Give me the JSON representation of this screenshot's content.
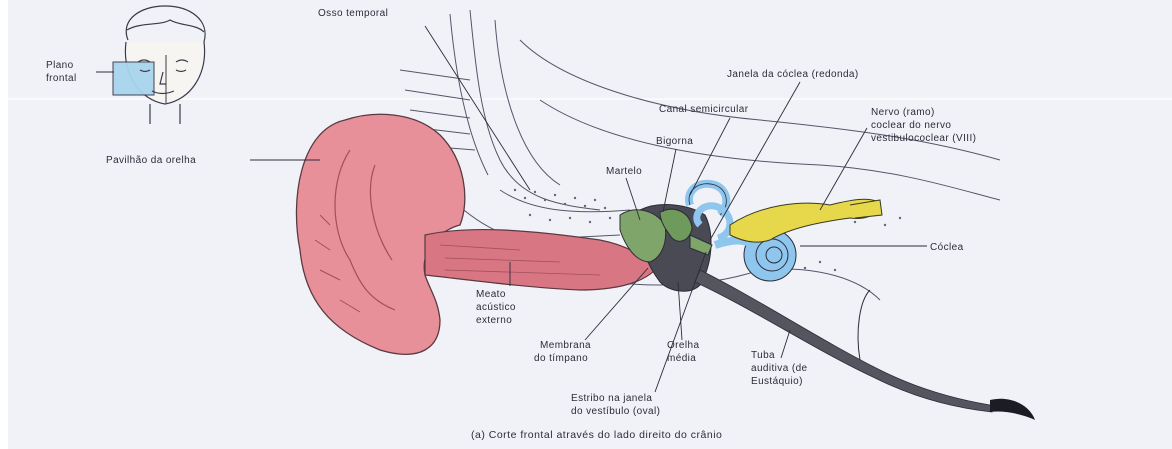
{
  "figure": {
    "caption": "(a) Corte frontal através do lado direito do crânio",
    "labels": {
      "osso_temporal": "Osso temporal",
      "plano_frontal_1": "Plano",
      "plano_frontal_2": "frontal",
      "pavilhao": "Pavilhão da orelha",
      "janela_coclea": "Janela da cóclea (redonda)",
      "canal_semicircular": "Canal semicircular",
      "nervo_1": "Nervo (ramo)",
      "nervo_2": "coclear do nervo",
      "nervo_3": "vestibulococlear (VIII)",
      "bigorna": "Bigorna",
      "martelo": "Martelo",
      "coclea": "Cóclea",
      "meato_1": "Meato",
      "meato_2": "acústico",
      "meato_3": "externo",
      "membrana_1": "Membrana",
      "membrana_2": "do tímpano",
      "orelha_media_1": "Orelha",
      "orelha_media_2": "média",
      "tuba_1": "Tuba",
      "tuba_2": "auditiva (de",
      "tuba_3": "Eustáquio)",
      "estribo_1": "Estribo na janela",
      "estribo_2": "do vestíbulo (oval)"
    },
    "colors": {
      "background": "#f1f2f7",
      "auricle": "#e8909a",
      "ossicles": "#7fa56a",
      "cochlea": "#8ec6ee",
      "nerve": "#e6d84a",
      "lines": "#2c2c3a"
    }
  }
}
